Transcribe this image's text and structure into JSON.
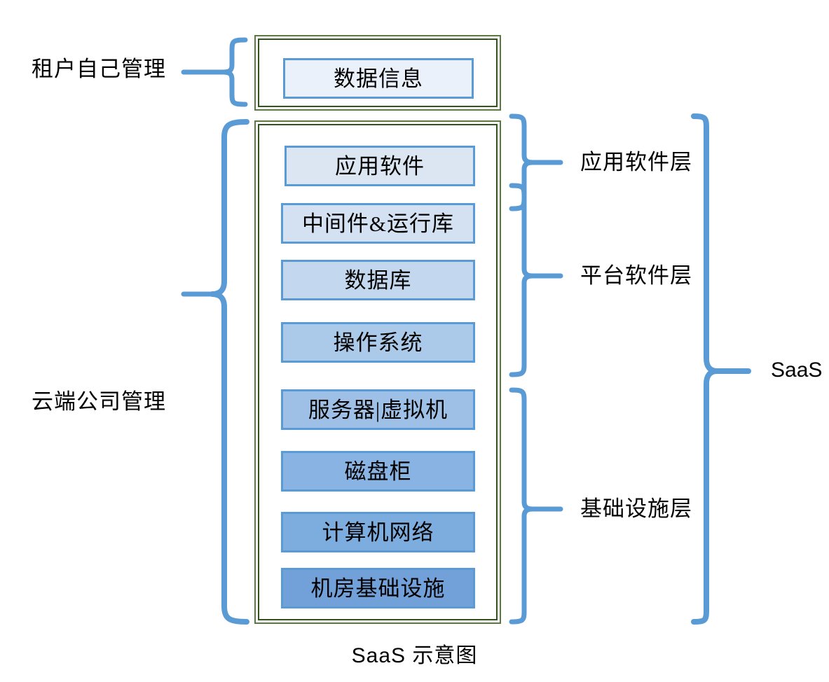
{
  "caption": "SaaS 示意图",
  "frames": {
    "tenant_frame_name": "tenant-managed-frame",
    "cloud_frame_name": "cloud-managed-frame"
  },
  "tenant_section": {
    "boxes": [
      {
        "label": "数据信息",
        "fill": "#eaf1fa",
        "border": "#5b9bd5"
      }
    ]
  },
  "cloud_section": {
    "boxes": [
      {
        "label": "应用软件",
        "fill": "#dce6f2",
        "border": "#5b9bd5"
      },
      {
        "label": "中间件&运行库",
        "fill": "#d3e1f2",
        "border": "#5b9bd5"
      },
      {
        "label": "数据库",
        "fill": "#c3d8ee",
        "border": "#5b9bd5"
      },
      {
        "label": "操作系统",
        "fill": "#abc9e9",
        "border": "#5b9bd5"
      },
      {
        "label": "服务器|虚拟机",
        "fill": "#9ec0e6",
        "border": "#5b9bd5"
      },
      {
        "label": "磁盘柜",
        "fill": "#88b3e3",
        "border": "#5b9bd5"
      },
      {
        "label": "计算机网络",
        "fill": "#7dacdf",
        "border": "#5b9bd5"
      },
      {
        "label": "机房基础设施",
        "fill": "#72a0d8",
        "border": "#5b9bd5"
      }
    ]
  },
  "left_labels": [
    {
      "text": "租户自己管理",
      "name": "label-tenant-managed"
    },
    {
      "text": "云端公司管理",
      "name": "label-cloud-managed"
    }
  ],
  "right_labels": [
    {
      "text": "应用软件层",
      "name": "label-application-layer"
    },
    {
      "text": "平台软件层",
      "name": "label-platform-layer"
    },
    {
      "text": "基础设施层",
      "name": "label-infrastructure-layer"
    },
    {
      "text": "SaaS",
      "name": "label-saas"
    }
  ],
  "colors": {
    "brace": "#5b9bd5",
    "frame_outer": "#5c7a3f",
    "frame_inner": "#33521f",
    "box_border": "#5b9bd5",
    "text": "#000000",
    "background": "#ffffff"
  }
}
